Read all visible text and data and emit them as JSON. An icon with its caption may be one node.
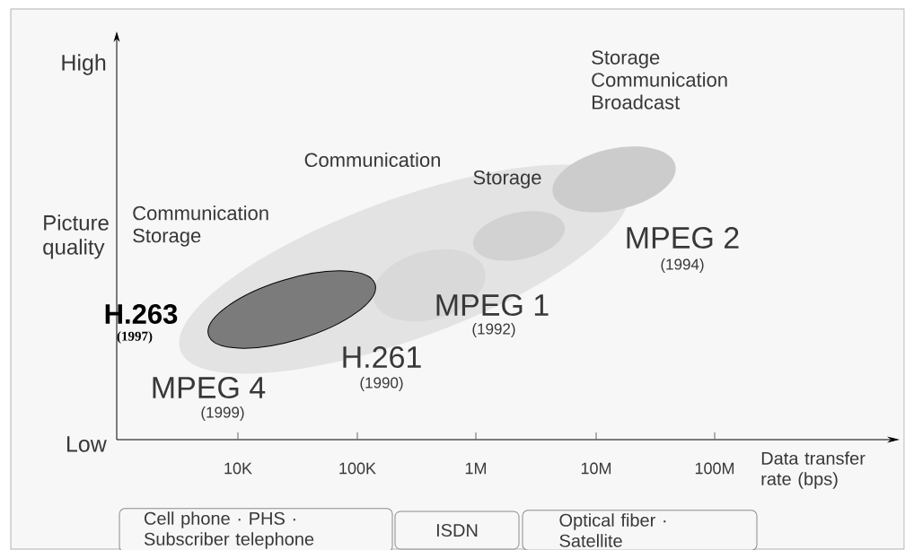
{
  "diagram": {
    "nodes": [
      {
        "text": [],
        "shape": "ellipse",
        "beside": [
          "Storage Communication Broadcast",
          "MPEG 2",
          "(1994)"
        ]
      },
      {
        "text": [],
        "shape": "ellipse",
        "beside": [
          "Communication Storage",
          "MPEG 4",
          "(1999)"
        ]
      },
      {
        "text": [],
        "shape": "ellipse",
        "in": 1,
        "beside": [
          "Storage",
          "MPEG 1",
          "(1992)"
        ]
      },
      {
        "text": [],
        "shape": "ellipse",
        "in": 1,
        "beside": [
          "H.261",
          "(1990)"
        ]
      },
      {
        "text": [],
        "shape": "ellipse",
        "in": 1,
        "beside": [
          "H.263",
          "(1997)"
        ]
      },
      {
        "text": [
          "Cell phone · PHS · Subscriber telephone"
        ]
      },
      {
        "text": [
          "ISDN"
        ]
      },
      {
        "text": [
          "Optical fiber · Satellite"
        ]
      }
    ],
    "labels": [
      "High",
      "Communication",
      "Picture quality",
      "Low",
      "10K",
      "100K",
      "1M",
      "10M",
      "100M",
      "Data transfer rate (bps)"
    ]
  }
}
